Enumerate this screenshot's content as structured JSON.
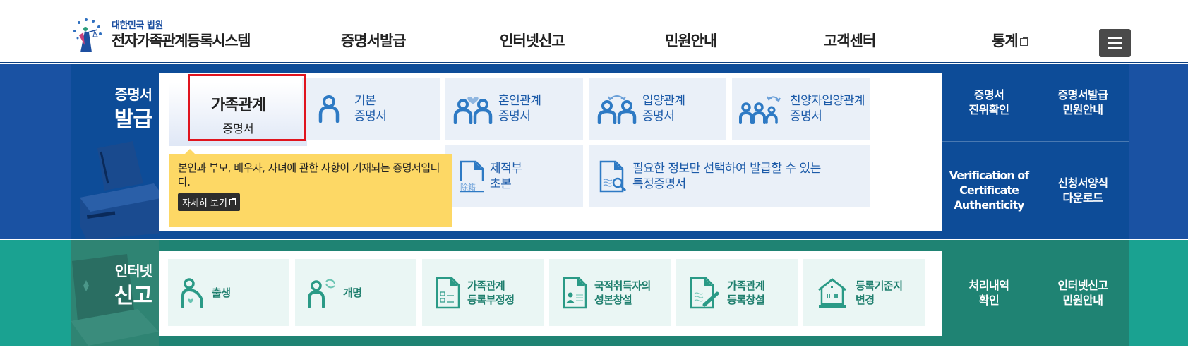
{
  "header": {
    "logo_subtitle": "대한민국 법원",
    "logo_title": "전자가족관계등록시스템",
    "nav": [
      {
        "label": "증명서발급"
      },
      {
        "label": "인터넷신고"
      },
      {
        "label": "민원안내"
      },
      {
        "label": "고객센터"
      },
      {
        "label": "통계",
        "external": true
      }
    ],
    "menu_icon": "hamburger-icon"
  },
  "certificate": {
    "section_label_line1": "증명서",
    "section_label_line2": "발급",
    "featured": {
      "line1": "가족관계",
      "line2": "증명서",
      "selected": true
    },
    "tooltip": {
      "description": "본인과 부모, 배우자, 자녀에 관한 사항이 기재되는 증명서입니다.",
      "more_label": "자세히 보기"
    },
    "cards": [
      {
        "line1": "기본",
        "line2": "증명서",
        "icon": "person-icon"
      },
      {
        "line1": "혼인관계",
        "line2": "증명서",
        "icon": "couple-heart-icon"
      },
      {
        "line1": "입양관계",
        "line2": "증명서",
        "icon": "couple-exchange-icon"
      },
      {
        "line1": "친양자입양관계",
        "line2": "증명서",
        "icon": "family-exchange-icon"
      },
      {
        "line1": "제적부",
        "line2": "초본",
        "icon": "document-removed-register-icon"
      },
      {
        "line1": "필요한 정보만 선택하여 발급할 수 있는",
        "line2": "특정증명서",
        "icon": "document-search-icon"
      }
    ],
    "side_buttons": [
      {
        "line1": "증명서",
        "line2": "진위확인"
      },
      {
        "line1": "증명서발급",
        "line2": "민원안내"
      },
      {
        "line1": "Verification of",
        "line2": "Certificate",
        "line3": "Authenticity"
      },
      {
        "line1": "신청서양식",
        "line2": "다운로드"
      }
    ],
    "colors": {
      "primary": "#0d4c98",
      "card_bg": "#eaf0f8",
      "accent_text": "#1b5aa8",
      "tooltip_bg": "#fdd865",
      "selected_border": "#e0141e"
    }
  },
  "report": {
    "section_label_line1": "인터넷",
    "section_label_line2": "신고",
    "cards": [
      {
        "line1": "출생",
        "line2": "",
        "icon": "birth-icon"
      },
      {
        "line1": "개명",
        "line2": "",
        "icon": "name-change-icon"
      },
      {
        "line1": "가족관계",
        "line2": "등록부정정",
        "icon": "checklist-document-icon"
      },
      {
        "line1": "국적취득자의",
        "line2": "성본창설",
        "icon": "id-document-icon"
      },
      {
        "line1": "가족관계",
        "line2": "등록창설",
        "icon": "document-pen-icon"
      },
      {
        "line1": "등록기준지",
        "line2": "변경",
        "icon": "house-icon"
      }
    ],
    "side_buttons": [
      {
        "line1": "처리내역",
        "line2": "확인"
      },
      {
        "line1": "인터넷신고",
        "line2": "민원안내"
      }
    ],
    "colors": {
      "primary": "#1f8373",
      "card_bg": "#eaf6f4",
      "accent_text": "#1f7f6e"
    }
  }
}
